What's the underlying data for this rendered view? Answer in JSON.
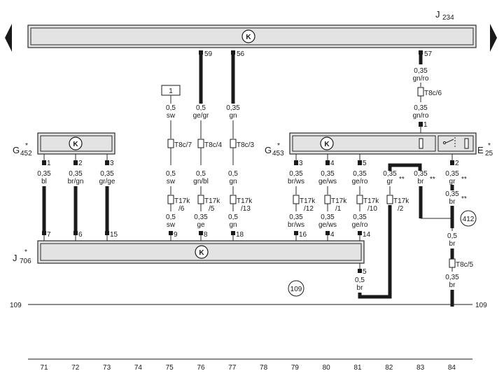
{
  "components": {
    "j234": {
      "letter": "J",
      "sub": "234"
    },
    "g452": {
      "letter": "G",
      "sub": "452",
      "star": "*"
    },
    "g453": {
      "letter": "G",
      "sub": "453",
      "star": "*"
    },
    "e25": {
      "letter": "E",
      "sub": "25",
      "star": "*"
    },
    "j706": {
      "letter": "J",
      "sub": "706",
      "star": "*"
    },
    "k_symbol": "K",
    "box1": "1",
    "ref412": "412",
    "ref109": "109"
  },
  "ground_line": {
    "left_label": "109",
    "right_label": "109"
  },
  "j234_pins": [
    {
      "id": "59",
      "col": 76
    },
    {
      "id": "56",
      "col": 77
    },
    {
      "id": "57",
      "col": 83
    }
  ],
  "wires": [
    {
      "col": 71,
      "spec1": "0,35",
      "spec2": "bl",
      "top_pin": "1",
      "bottom_pin": "7"
    },
    {
      "col": 72,
      "spec1": "0,35",
      "spec2": "br/gn",
      "top_pin": "2",
      "bottom_pin": "6"
    },
    {
      "col": 73,
      "spec1": "0,35",
      "spec2": "gr/ge",
      "top_pin": "3",
      "bottom_pin": "15"
    },
    {
      "col": 75,
      "upper_spec1": "0,5",
      "upper_spec2": "sw",
      "conn1": "T8c/7",
      "mid_spec1": "0,5",
      "mid_spec2": "sw",
      "conn2": "T17k",
      "conn2_pin": "/6",
      "low_spec1": "0,5",
      "low_spec2": "sw",
      "bottom_pin": "9"
    },
    {
      "col": 76,
      "upper_spec1": "0,5",
      "upper_spec2": "ge/gr",
      "conn1": "T8c/4",
      "mid_spec1": "0,5",
      "mid_spec2": "gn/bl",
      "conn2": "T17k",
      "conn2_pin": "/5",
      "low_spec1": "0,35",
      "low_spec2": "ge",
      "bottom_pin": "8"
    },
    {
      "col": 77,
      "upper_spec1": "0,35",
      "upper_spec2": "gn",
      "conn1": "T8c/3",
      "mid_spec1": "0,5",
      "mid_spec2": "gn",
      "conn2": "T17k",
      "conn2_pin": "/13",
      "low_spec1": "0,5",
      "low_spec2": "gn",
      "bottom_pin": "18"
    },
    {
      "col": 79,
      "top_pin": "3",
      "mid_spec1": "0,35",
      "mid_spec2": "br/ws",
      "conn2": "T17k",
      "conn2_pin": "/12",
      "low_spec1": "0,35",
      "low_spec2": "br/ws",
      "bottom_pin": "16"
    },
    {
      "col": 80,
      "top_pin": "4",
      "mid_spec1": "0,35",
      "mid_spec2": "ge/ws",
      "conn2": "T17k",
      "conn2_pin": "/1",
      "low_spec1": "0,35",
      "low_spec2": "ge/ws",
      "bottom_pin": "4"
    },
    {
      "col": 81,
      "top_pin": "5",
      "mid_spec1": "0,35",
      "mid_spec2": "ge/ro",
      "conn2": "T17k",
      "conn2_pin": "/10",
      "low_spec1": "0,35",
      "low_spec2": "ge/ro",
      "bottom_pin": "14",
      "j706_pin": "5",
      "lower_spec1": "0,5",
      "lower_spec2": "br"
    },
    {
      "col": 82,
      "mid_spec1": "0,35",
      "mid_spec2": "gr",
      "stars": "**",
      "conn2": "T17k",
      "conn2_pin": "/2"
    },
    {
      "col": 83,
      "upper_spec1": "0,35",
      "upper_spec2": "gn/ro",
      "conn1": "T8c/6",
      "mid0_spec1": "0,35",
      "mid0_spec2": "gn/ro",
      "top_pin": "1",
      "mid_spec1": "0,35",
      "mid_spec2": "br",
      "stars": "**"
    },
    {
      "col": 84,
      "top_pin": "2",
      "mid_spec1": "0,35",
      "mid_spec2": "gr",
      "stars": "**",
      "mid2_spec1": "0,35",
      "mid2_spec2": "br",
      "stars2": "**",
      "low_spec1": "0,5",
      "low_spec2": "br",
      "conn3": "T8c/5",
      "bot_spec1": "0,35",
      "bot_spec2": "br"
    }
  ],
  "columns": [
    "71",
    "72",
    "73",
    "74",
    "75",
    "76",
    "77",
    "78",
    "79",
    "80",
    "81",
    "82",
    "83",
    "84"
  ]
}
